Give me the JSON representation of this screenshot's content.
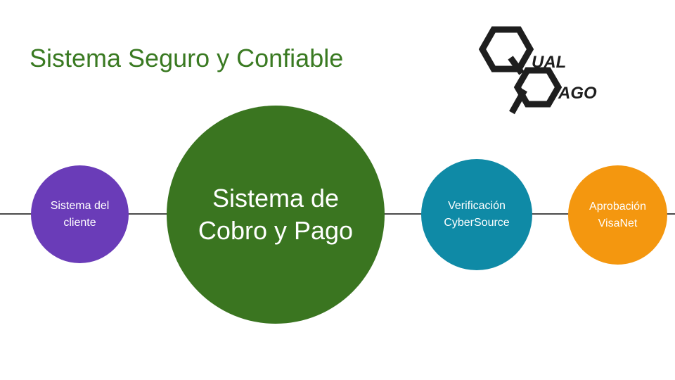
{
  "slide": {
    "title": "Sistema Seguro y Confiable"
  },
  "logo": {
    "line1": "UAL",
    "line2": "AGO",
    "color": "#1e1e1e"
  },
  "flow": {
    "nodes": [
      {
        "line1": "Sistema del",
        "line2": "cliente",
        "color": "#6a3cb8"
      },
      {
        "line1": "Sistema de",
        "line2": "Cobro y Pago",
        "color": "#3a7520"
      },
      {
        "line1": "Verificación",
        "line2": "CyberSource",
        "color": "#0f8aa6"
      },
      {
        "line1": "Aprobación",
        "line2": "VisaNet",
        "color": "#f4970f"
      }
    ]
  },
  "colors": {
    "title": "#3a7a22",
    "connector": "#4a4a4a",
    "background": "#ffffff"
  }
}
